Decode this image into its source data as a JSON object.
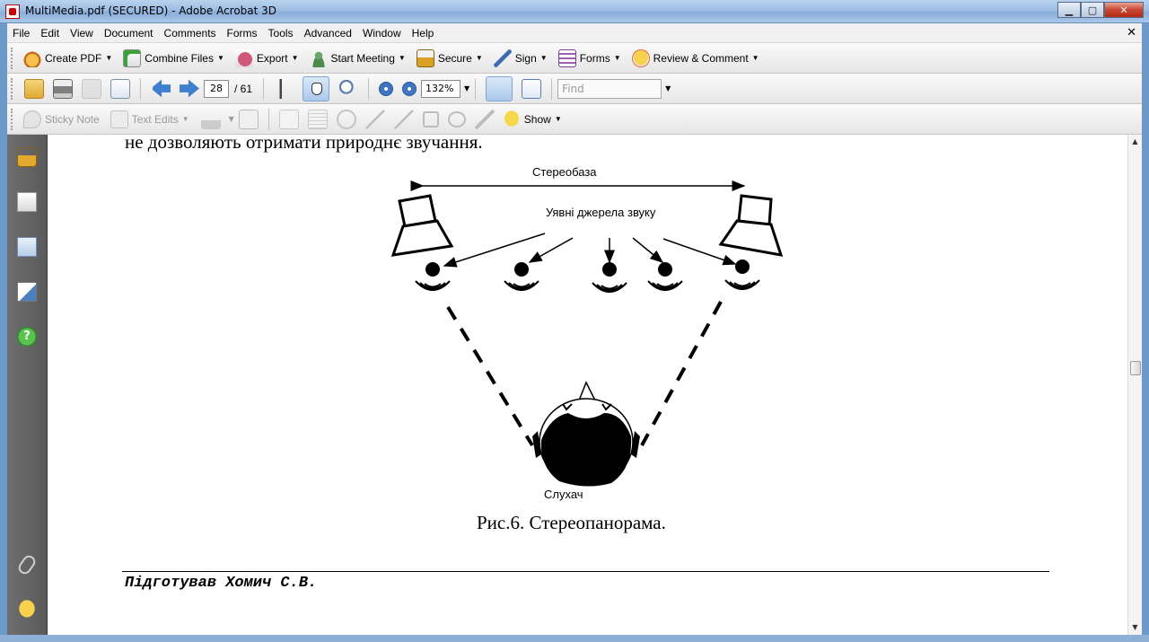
{
  "window": {
    "title": "MultiMedia.pdf (SECURED) - Adobe Acrobat 3D"
  },
  "menu": [
    "File",
    "Edit",
    "View",
    "Document",
    "Comments",
    "Forms",
    "Tools",
    "Advanced",
    "Window",
    "Help"
  ],
  "toolbar1": {
    "create_pdf": "Create PDF",
    "combine_files": "Combine Files",
    "export": "Export",
    "start_meeting": "Start Meeting",
    "secure": "Secure",
    "sign": "Sign",
    "forms": "Forms",
    "review_comment": "Review & Comment"
  },
  "toolbar2": {
    "page_current": "28",
    "page_total": "/ 61",
    "zoom": "132%",
    "find_placeholder": "Find"
  },
  "toolbar3": {
    "sticky_note": "Sticky Note",
    "text_edits": "Text Edits",
    "show": "Show"
  },
  "document": {
    "line_cut": "не дозволяють отримати природнє звучання.",
    "figure": {
      "stereobase": "Стереобаза",
      "imaginary_sources": "Уявні джерела звуку",
      "listener": "Слухач"
    },
    "caption": "Рис.6. Стереопанорама.",
    "footer": "Підготував Хомич С.В."
  },
  "colors": {
    "accent": "#6c9ac8",
    "nav_panel": "#666666"
  }
}
